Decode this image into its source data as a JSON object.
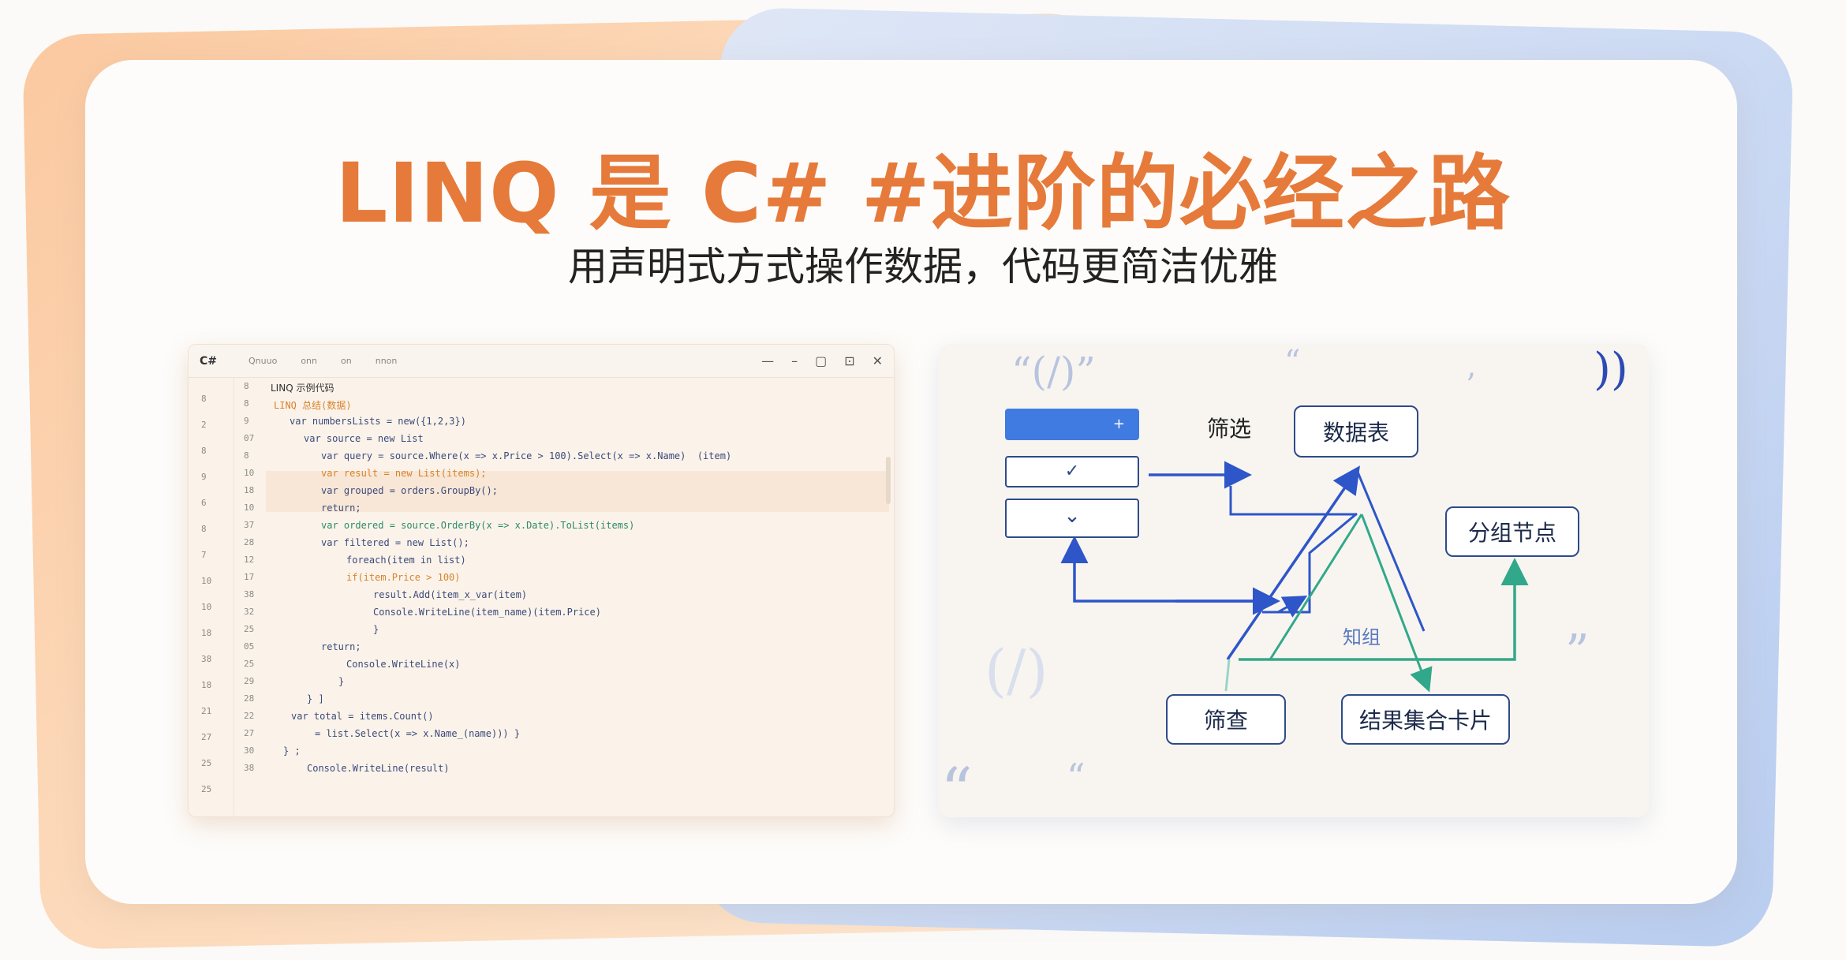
{
  "title": "LINQ 是 C# #进阶的必经之路",
  "subtitle": "用声明式方式操作数据，代码更简洁优雅",
  "code_window": {
    "lang": "C#",
    "tabs": [
      "Qnuuo",
      "onn",
      "on",
      "nnon"
    ],
    "controls": [
      "—",
      "–",
      "▢",
      "⊡",
      "✕"
    ],
    "line_numbers_a": [
      "8",
      "2",
      "8",
      "9",
      "6",
      "8",
      "7",
      "10",
      "10",
      "18",
      "38",
      "18",
      "21",
      "27",
      "25",
      "25"
    ],
    "line_numbers_b": [
      "8",
      "8",
      "9",
      "07",
      "8",
      "10",
      "18",
      "10",
      "37",
      "28",
      "12",
      "17",
      "38",
      "32",
      "25",
      "05",
      "25",
      "29",
      "28",
      "22",
      "27",
      "30",
      "38"
    ],
    "lines": [
      "LINQ 示例代码",
      "LINQ 总结(数据)",
      "var numbersLists = new({1,2,3})",
      "var source = new List",
      "var query = source.Where(x => x.Price > 100).Select(x => x.Name)  (item)",
      "var result = new List(items);",
      "var grouped = orders.GroupBy();",
      "return;",
      "var ordered = source.OrderBy(x => x.Date).ToList(items)",
      "var filtered = new List();",
      "foreach(item in list)",
      "if(item.Price > 100)",
      "result.Add(item_x_var(item)",
      "Console.WriteLine(item_name)(item.Price)",
      "}",
      "return;",
      "Console.WriteLine(x)",
      "}",
      "} ]",
      "var total = items.Count()",
      "= list.Select(x => x.Name_(name))) }",
      "} ;",
      "Console.WriteLine(result)"
    ]
  },
  "diagram": {
    "label_filter": "筛选",
    "node_table": "数据表",
    "node_group": "分组节点",
    "node_filter": "筛查",
    "node_result": "结果集合卡片",
    "center_label": "知组",
    "plus_icon": "+",
    "check_icon": "✓",
    "chevron_icon": "⌄",
    "quotes": [
      "“(/)”",
      "“",
      "’",
      "))",
      "(/)",
      "”",
      "“",
      "“"
    ]
  },
  "colors": {
    "title": "#e67a3a",
    "node_border": "#2d4a8a",
    "arrow_blue": "#2e56c9",
    "arrow_teal": "#32a88a",
    "button_blue": "#3f7be0"
  }
}
